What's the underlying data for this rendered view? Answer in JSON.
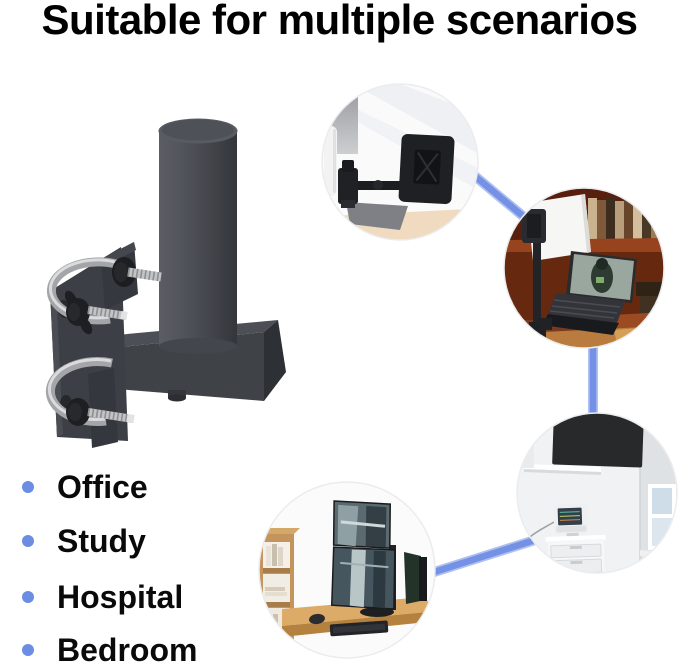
{
  "title": "Suitable for multiple scenarios",
  "scenarios": [
    {
      "label": "Office"
    },
    {
      "label": "Study"
    },
    {
      "label": "Hospital"
    },
    {
      "label": "Bedroom"
    }
  ],
  "photos": [
    {
      "name": "monitor-wall-mount-photo"
    },
    {
      "name": "study-laptop-mount-photo"
    },
    {
      "name": "hospital-room-photo"
    },
    {
      "name": "office-dual-monitor-photo"
    }
  ],
  "product": {
    "name": "pole-mount-bracket-render",
    "body_color": "#3f4247",
    "hardware_color": "#c3c4c6"
  },
  "colors": {
    "background": "#ffffff",
    "title_text": "#000000",
    "label_text": "#0a0a0a",
    "bullet_blue": "#6d8ce4",
    "connector_blue": "#7491e5"
  }
}
